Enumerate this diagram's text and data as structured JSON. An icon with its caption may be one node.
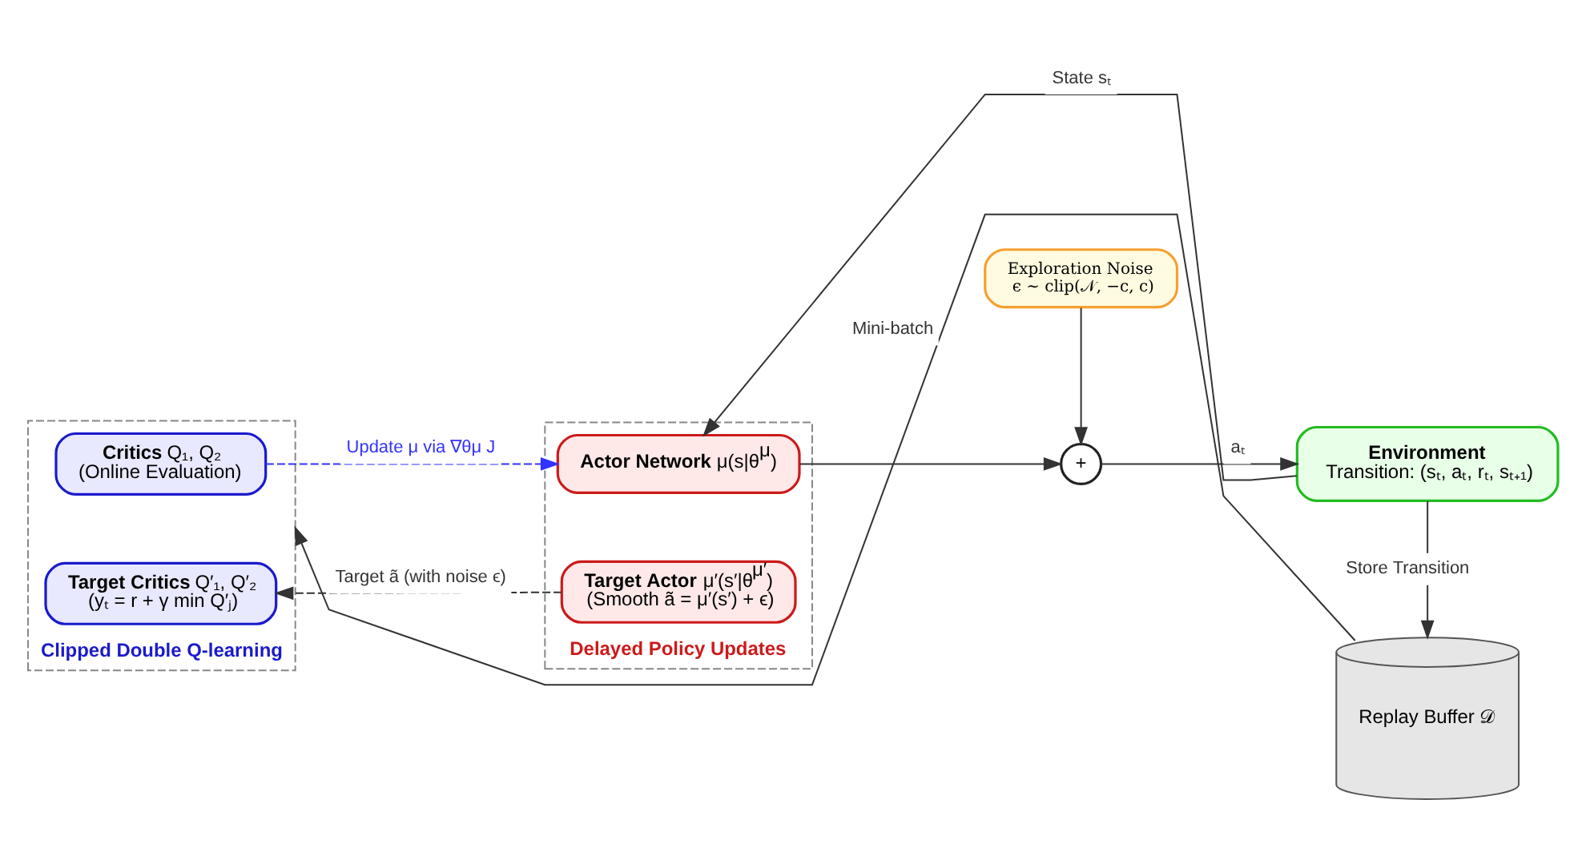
{
  "diagram": {
    "nodes": [
      {
        "text": [
          "Clipped Double Q-learning"
        ]
      },
      {
        "text": [
          "**Critics** Q₁, Q₂",
          "(Online Evaluation)"
        ],
        "in": 0
      },
      {
        "text": [
          "**Target Critics** Q′₁, Q′₂",
          "(yₜ = r + γ min Q′ⱼ)"
        ],
        "in": 0
      },
      {
        "text": [
          "Delayed Policy Updates"
        ]
      },
      {
        "text": [
          "**Actor Network** μ(s|θ$^{μ}$)"
        ],
        "in": 3
      },
      {
        "text": [
          "**Target Actor** μ′(s′|θ$^{μ′}$)",
          "(Smooth ã = μ′(s′) + ϵ)"
        ],
        "in": 3
      },
      {
        "text": [
          "Exploration Noise",
          "ϵ ∼ clip(𝒩, −c, c)"
        ]
      },
      {
        "text": [
          "+"
        ]
      },
      {
        "text": [
          "**Environment**",
          "Transition: (sₜ, aₜ, rₜ, sₜ₊₁)"
        ]
      },
      {
        "text": [
          "Replay Buffer 𝒟"
        ]
      }
    ],
    "edges": [
      {
        "from": 1,
        "to": 4,
        "arrow": "to",
        "label": "Update μ via ∇θμ J",
        "style": "dashed",
        "color": "#3333ff"
      },
      {
        "from": 5,
        "to": 2,
        "arrow": "to",
        "label": "Target ã (with noise ϵ)",
        "style": "dashed"
      },
      {
        "from": 4,
        "to": 7,
        "arrow": "to"
      },
      {
        "from": 6,
        "to": 7,
        "arrow": "to"
      },
      {
        "from": 7,
        "to": 8,
        "arrow": "to",
        "label": "aₜ"
      },
      {
        "from": 8,
        "to": 4,
        "arrow": "to",
        "label": "State sₜ"
      },
      {
        "from": 8,
        "to": 9,
        "arrow": "to",
        "label": "Store Transition"
      },
      {
        "from": 9,
        "to": 0,
        "arrow": "to",
        "label": "Mini-batch"
      }
    ]
  }
}
